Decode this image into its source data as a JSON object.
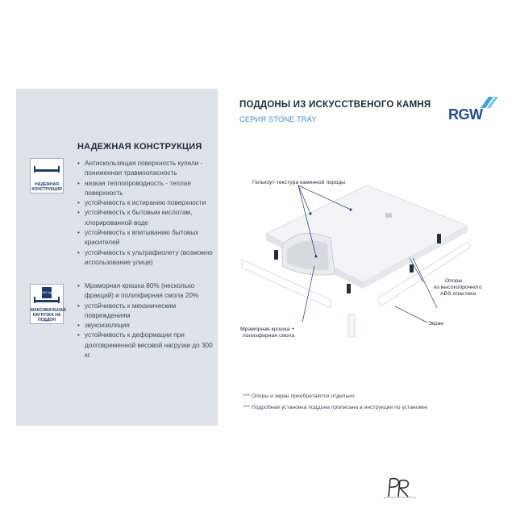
{
  "left": {
    "title": "НАДЕЖНАЯ КОНСТРУКЦИЯ",
    "badge1_label": "НАДЕЖНАЯ КОНСТРУКЦИЯ",
    "badge2_label": "МАКСИМАЛЬНАЯ НАГРУЗКА НА ПОДДОН",
    "badge2_weight": "300 kg",
    "features1": [
      "Антискользящая поверхность купели - пониженная травмоопасность",
      "низкая теплопроводность - теплая поверхность",
      "устойчивость к истиранию поверхности",
      "устойчивость к бытовым кислотам, хлорированной воде",
      "устойчивость к впитыванию бытовых красителей",
      "устойчивость к ультрафиолету (возможно использование улице)"
    ],
    "features2": [
      "Мраморная крошка 80% (несколько фракций) и полиэфирная смола 20%",
      "устойчивость к механическим повреждениям",
      "звукоизоляция",
      "устойчивость к деформации при долговременной весовой нагрузки до 300 кг."
    ]
  },
  "header": {
    "title": "ПОДДОНЫ ИЗ ИСКУССТВЕНОГО КАМНЯ",
    "subtitle": "СЕРИЯ STONE TRAY",
    "logo": "RGW"
  },
  "annotations": {
    "gelcoat": "Гелькоут-текстура каменной породы",
    "marble_1": "Мраморная крошка +",
    "marble_2": "полиэфирная смола",
    "supports_1": "Опоры",
    "supports_2": "из высокопрочного",
    "supports_3": "ABS пластика",
    "screen": "Экран"
  },
  "notes": {
    "note1": "*** Опоры и экран приобретаются отдельно",
    "note2": "*** Подробная установка поддона прописана в инструкции по установке"
  },
  "colors": {
    "panel": "#dde3e8",
    "accent_blue": "#4a8fc8",
    "logo_blue": "#1f4e8c"
  }
}
